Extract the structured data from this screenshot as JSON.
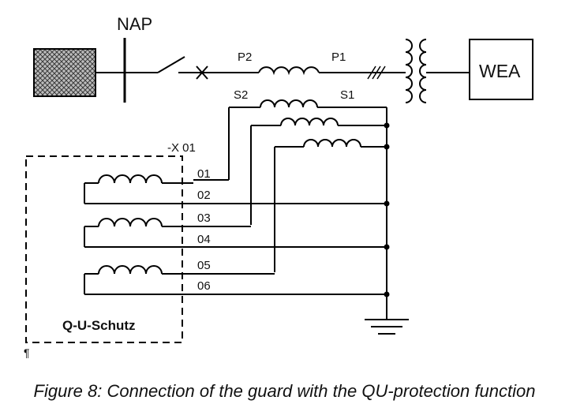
{
  "labels": {
    "nap": "NAP",
    "p2": "P2",
    "p1": "P1",
    "wea": "WEA",
    "s2": "S2",
    "s1": "S1",
    "terminal_strip": "-X 01",
    "t01": "01",
    "t02": "02",
    "t03": "03",
    "t04": "04",
    "t05": "05",
    "t06": "06",
    "relay": "Q-U-Schutz",
    "pilcrow": "¶"
  },
  "caption": "Figure 8: Connection of the guard with the QU-protection function"
}
